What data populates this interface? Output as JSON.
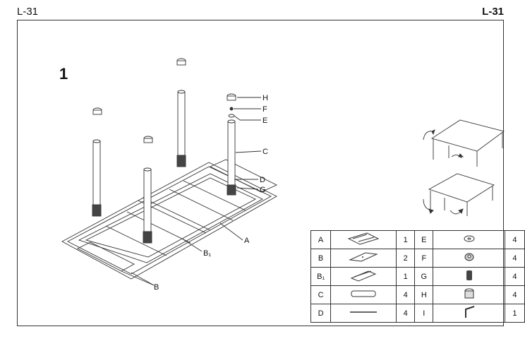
{
  "header": {
    "model_left": "L-31",
    "model_right": "L-31"
  },
  "step_number": "1",
  "callouts": {
    "A": "A",
    "B": "B",
    "B1": "B₁",
    "C": "C",
    "D": "D",
    "E": "E",
    "F": "F",
    "G": "G",
    "H": "H"
  },
  "parts_table": {
    "rows": [
      {
        "left_letter": "A",
        "left_qty": "1",
        "right_letter": "E",
        "right_qty": "4",
        "left_icon": "frame-icon",
        "right_icon": "washer-icon"
      },
      {
        "left_letter": "B",
        "left_qty": "2",
        "right_letter": "F",
        "right_qty": "4",
        "left_icon": "plate-icon",
        "right_icon": "nut-icon"
      },
      {
        "left_letter": "B₁",
        "left_qty": "1",
        "right_letter": "G",
        "right_qty": "4",
        "left_icon": "bracket-icon",
        "right_icon": "foot-icon"
      },
      {
        "left_letter": "C",
        "left_qty": "4",
        "right_letter": "H",
        "right_qty": "4",
        "left_icon": "leg-icon",
        "right_icon": "cap-icon"
      },
      {
        "left_letter": "D",
        "left_qty": "4",
        "right_letter": "I",
        "right_qty": "1",
        "left_icon": "rod-icon",
        "right_icon": "allen-key-icon"
      }
    ]
  }
}
